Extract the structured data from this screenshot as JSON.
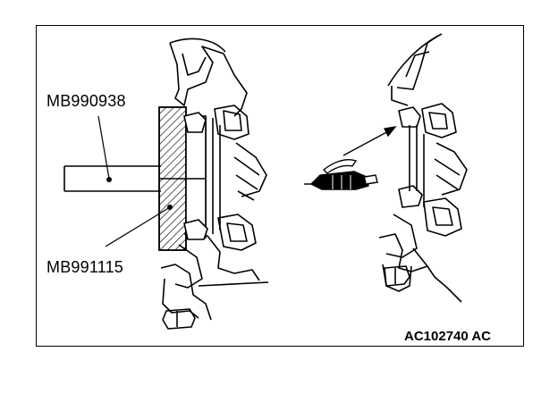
{
  "labels": {
    "tool_upper": "MB990938",
    "tool_lower": "MB991115",
    "figure_code": "AC102740",
    "figure_suffix": "AC"
  },
  "colors": {
    "line": "#000000",
    "background": "#ffffff"
  },
  "icons": {
    "grease_gun": "grease-gun-icon"
  }
}
